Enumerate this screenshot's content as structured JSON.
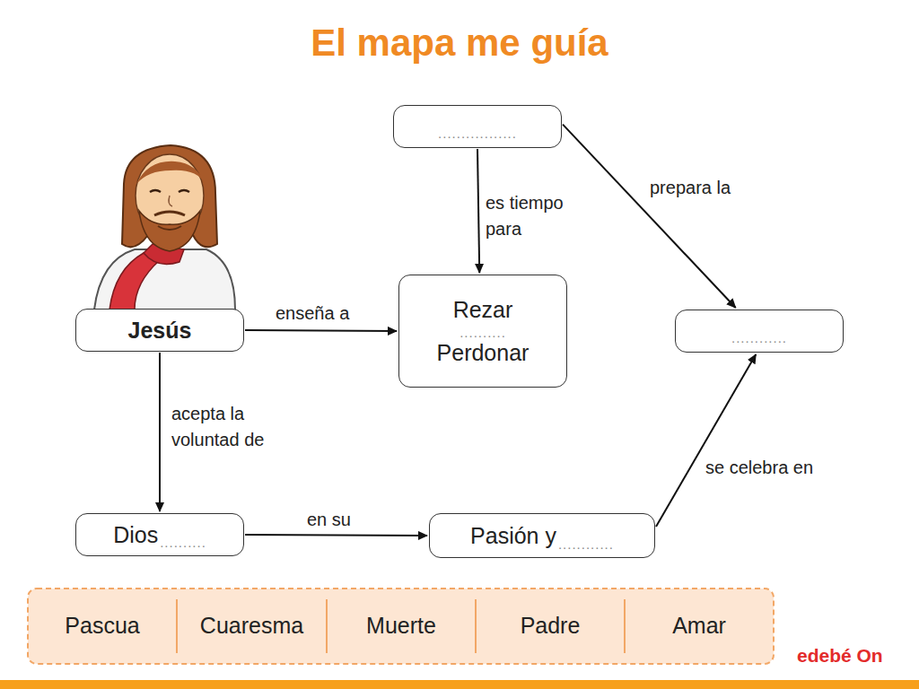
{
  "diagram": {
    "title": "El mapa me guía",
    "nodes": [
      {
        "text": [
          "................."
        ]
      },
      {
        "text": [
          "Jesús"
        ]
      },
      {
        "text": [
          "Rezar",
          "..........",
          "Perdonar"
        ]
      },
      {
        "text": [
          "............"
        ]
      },
      {
        "text": [
          "Dios",
          ".........."
        ]
      },
      {
        "text": [
          "Pasión y",
          "............"
        ]
      }
    ],
    "edges": [
      {
        "from": 0,
        "to": 2,
        "label": "es tiempo para",
        "arrow": "to"
      },
      {
        "from": 0,
        "to": 3,
        "label": "prepara la",
        "arrow": "to"
      },
      {
        "from": 1,
        "to": 2,
        "label": "enseña a",
        "arrow": "to"
      },
      {
        "from": 1,
        "to": 4,
        "label": "acepta la voluntad de",
        "arrow": "to"
      },
      {
        "from": 4,
        "to": 5,
        "label": "en su",
        "arrow": "to"
      },
      {
        "from": 5,
        "to": 3,
        "label": "se celebra en",
        "arrow": "to"
      }
    ],
    "labels": [
      "Pascua",
      "Cuaresma",
      "Muerte",
      "Padre",
      "Amar",
      "edebé On"
    ]
  }
}
